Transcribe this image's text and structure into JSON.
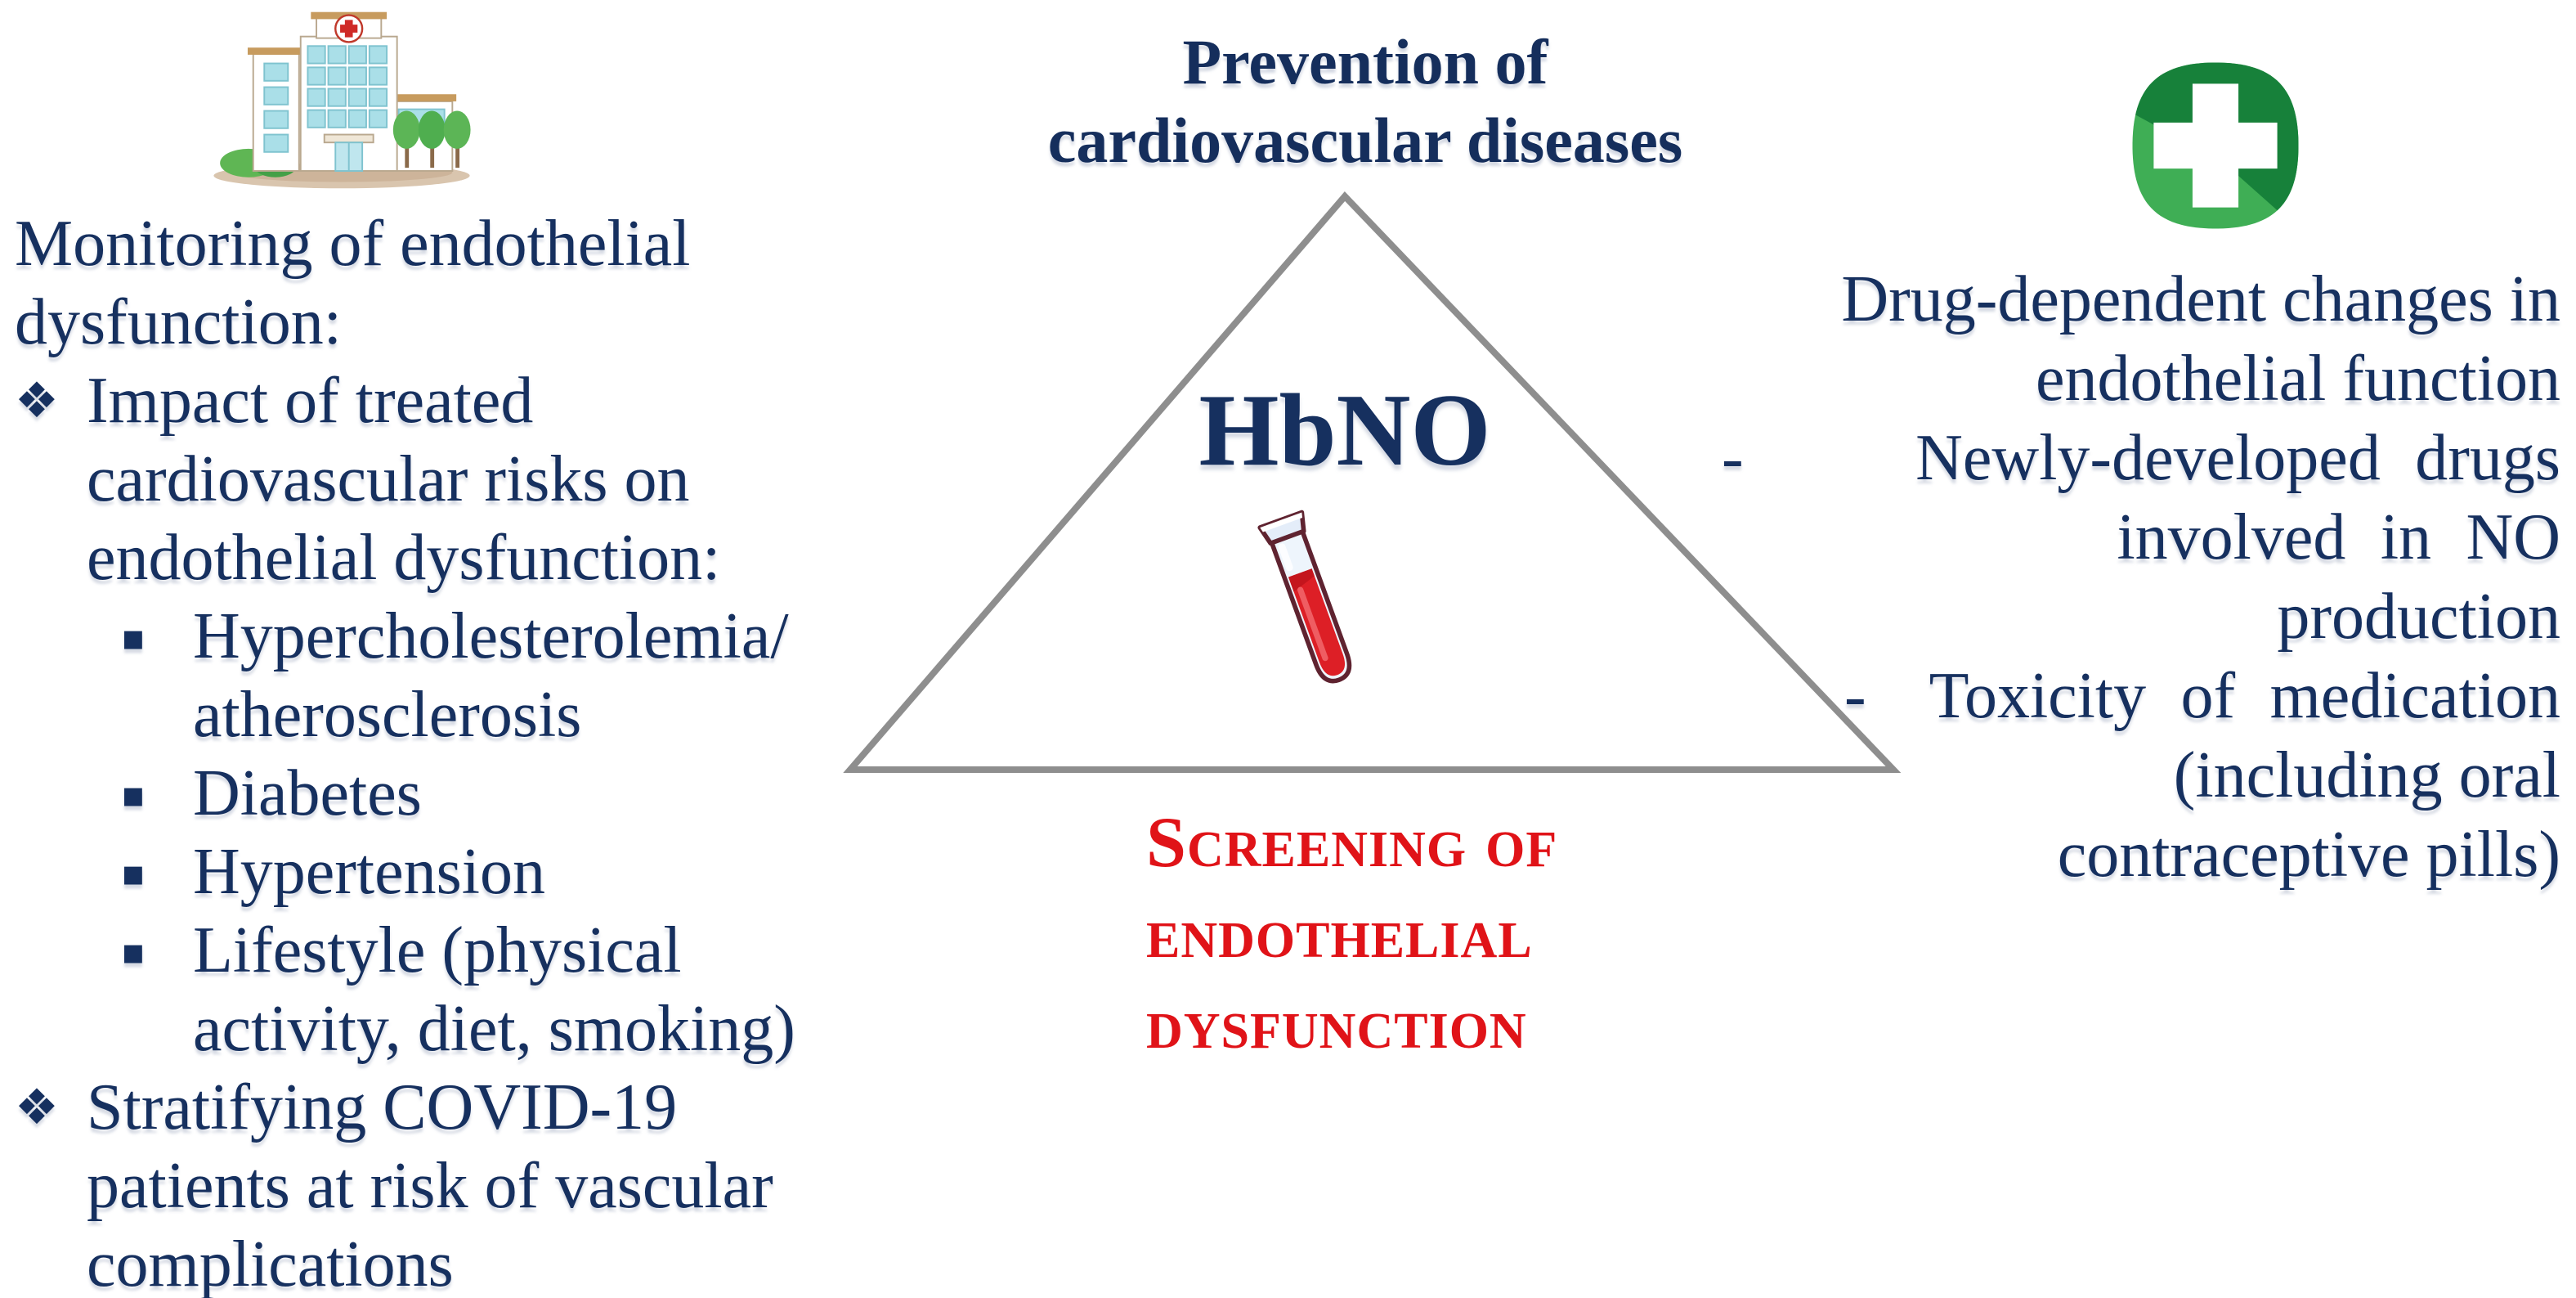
{
  "title": {
    "line1": "Prevention of",
    "line2": "cardiovascular diseases"
  },
  "center": {
    "molecule_label": "HbNO",
    "screening_line1": "Screening of",
    "screening_line2": "endothelial",
    "screening_line3": "dysfunction"
  },
  "left_panel": {
    "lines": [
      {
        "bullet": "",
        "text": "Monitoring of endothelial"
      },
      {
        "bullet": "",
        "text": "dysfunction:"
      },
      {
        "bullet": "❖",
        "text": "Impact of treated"
      },
      {
        "bullet": "",
        "text": "cardiovascular risks on"
      },
      {
        "bullet": "",
        "text": "endothelial dysfunction:"
      },
      {
        "bullet": "▪",
        "text": "Hypercholesterolemia/"
      },
      {
        "bullet": "",
        "text": "atherosclerosis"
      },
      {
        "bullet": "▪",
        "text": "Diabetes"
      },
      {
        "bullet": "▪",
        "text": "Hypertension"
      },
      {
        "bullet": "▪",
        "text": "Lifestyle (physical"
      },
      {
        "bullet": "",
        "text": "activity, diet, smoking)"
      },
      {
        "bullet": "❖",
        "text": "Stratifying COVID-19"
      },
      {
        "bullet": "",
        "text": "patients at risk of vascular"
      },
      {
        "bullet": "",
        "text": "complications"
      }
    ]
  },
  "right_panel": {
    "lines": [
      {
        "dash": "",
        "text": "Drug-dependent changes in"
      },
      {
        "dash": "",
        "text": "endothelial function"
      },
      {
        "dash": "-",
        "text": "Newly-developed drugs"
      },
      {
        "dash": "",
        "text": "involved in NO"
      },
      {
        "dash": "",
        "text": "production"
      },
      {
        "dash": "-",
        "text": "Toxicity of medication"
      },
      {
        "dash": "",
        "text": "(including oral"
      },
      {
        "dash": "",
        "text": "contraceptive pills)"
      }
    ]
  },
  "icons": {
    "top_left": "hospital-building-icon",
    "top_right": "green-medical-cross-icon",
    "center": "blood-test-tube-icon",
    "shape": "triangle-outline"
  },
  "colors": {
    "navy_text": "#16305f",
    "red_text": "#e01318",
    "triangle_gray": "#8e8e8e",
    "blood_red": "#e02128",
    "green_dark": "#17813a",
    "green_light": "#3fae55",
    "window_teal": "#aadfe8",
    "roof_tan": "#c79b5e"
  }
}
